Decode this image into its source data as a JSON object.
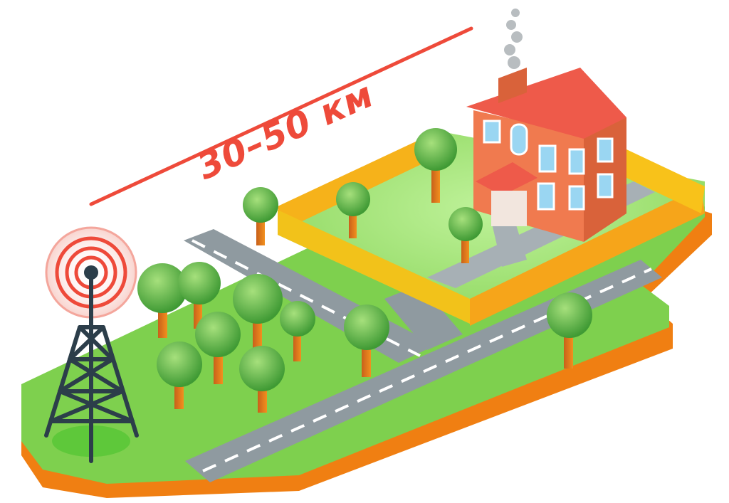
{
  "distance_label": "30–50 км",
  "scene": {
    "objects": [
      "radio-tower",
      "signal-waves",
      "house",
      "smoke",
      "fence",
      "trees",
      "road",
      "lawn"
    ]
  },
  "colors": {
    "accent": "#ee4a3a",
    "grass": "#7ed04e",
    "ground_edge": "#f07f12",
    "road": "#8f9aa0",
    "fence": "#f6b21a",
    "house_wall": "#f07a4f",
    "roof": "#ee5a4a",
    "tower": "#2c3e4a"
  }
}
